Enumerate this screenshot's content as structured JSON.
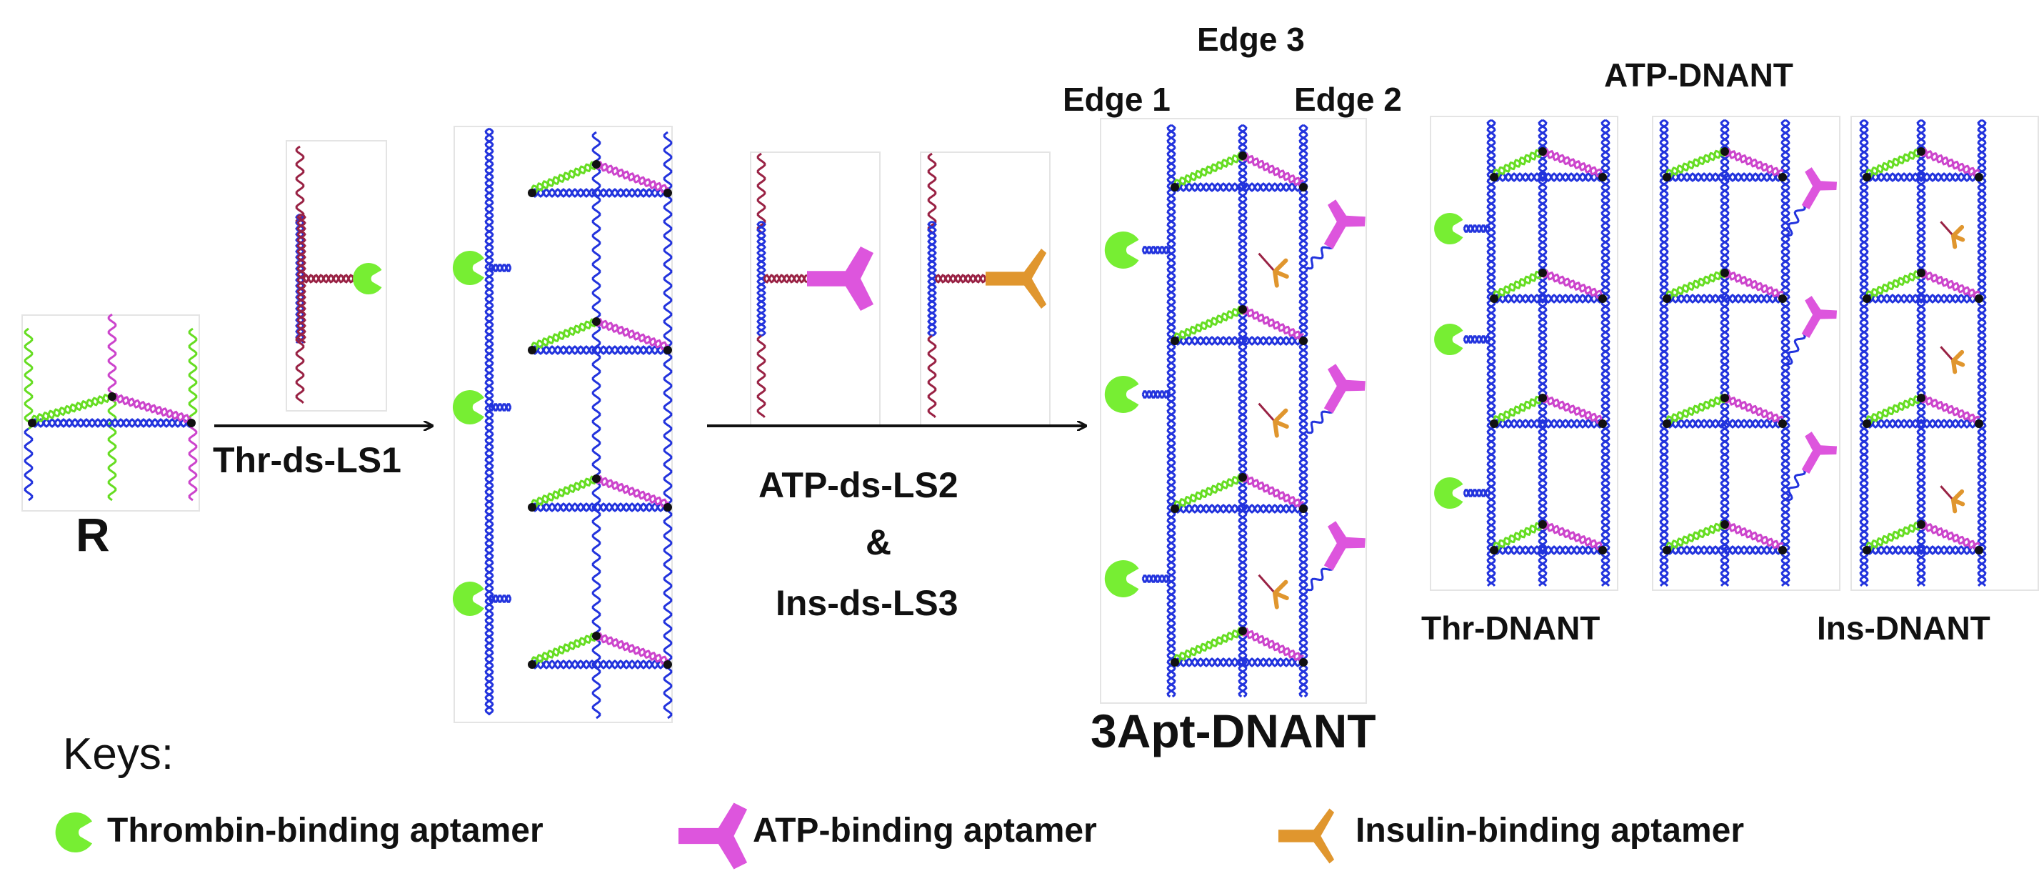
{
  "labels": {
    "r": "R",
    "thr_ds_ls1": "Thr-ds-LS1",
    "atp_ds_ls2": "ATP-ds-LS2",
    "amp": "&",
    "ins_ds_ls3": "Ins-ds-LS3",
    "edge1": "Edge 1",
    "edge2": "Edge 2",
    "edge3": "Edge 3",
    "atp_dnant": "ATP-DNANT",
    "thr_dnant": "Thr-DNANT",
    "ins_dnant": "Ins-DNANT",
    "three_apt_dnant": "3Apt-DNANT"
  },
  "keys": {
    "title": "Keys:",
    "items": [
      {
        "label": "Thrombin-binding aptamer",
        "icon": "thrombin-aptamer-icon"
      },
      {
        "label": "ATP-binding aptamer",
        "icon": "atp-aptamer-icon"
      },
      {
        "label": "Insulin-binding aptamer",
        "icon": "insulin-aptamer-icon"
      }
    ]
  },
  "colors": {
    "blue_strand": "#2233dd",
    "green_strand": "#66dd22",
    "pink_strand": "#cc44cc",
    "dark_red_strand": "#992244",
    "thrombin": "#77ee33",
    "atp": "#dd55dd",
    "insulin": "#e0962e",
    "arrow": "#111111"
  }
}
